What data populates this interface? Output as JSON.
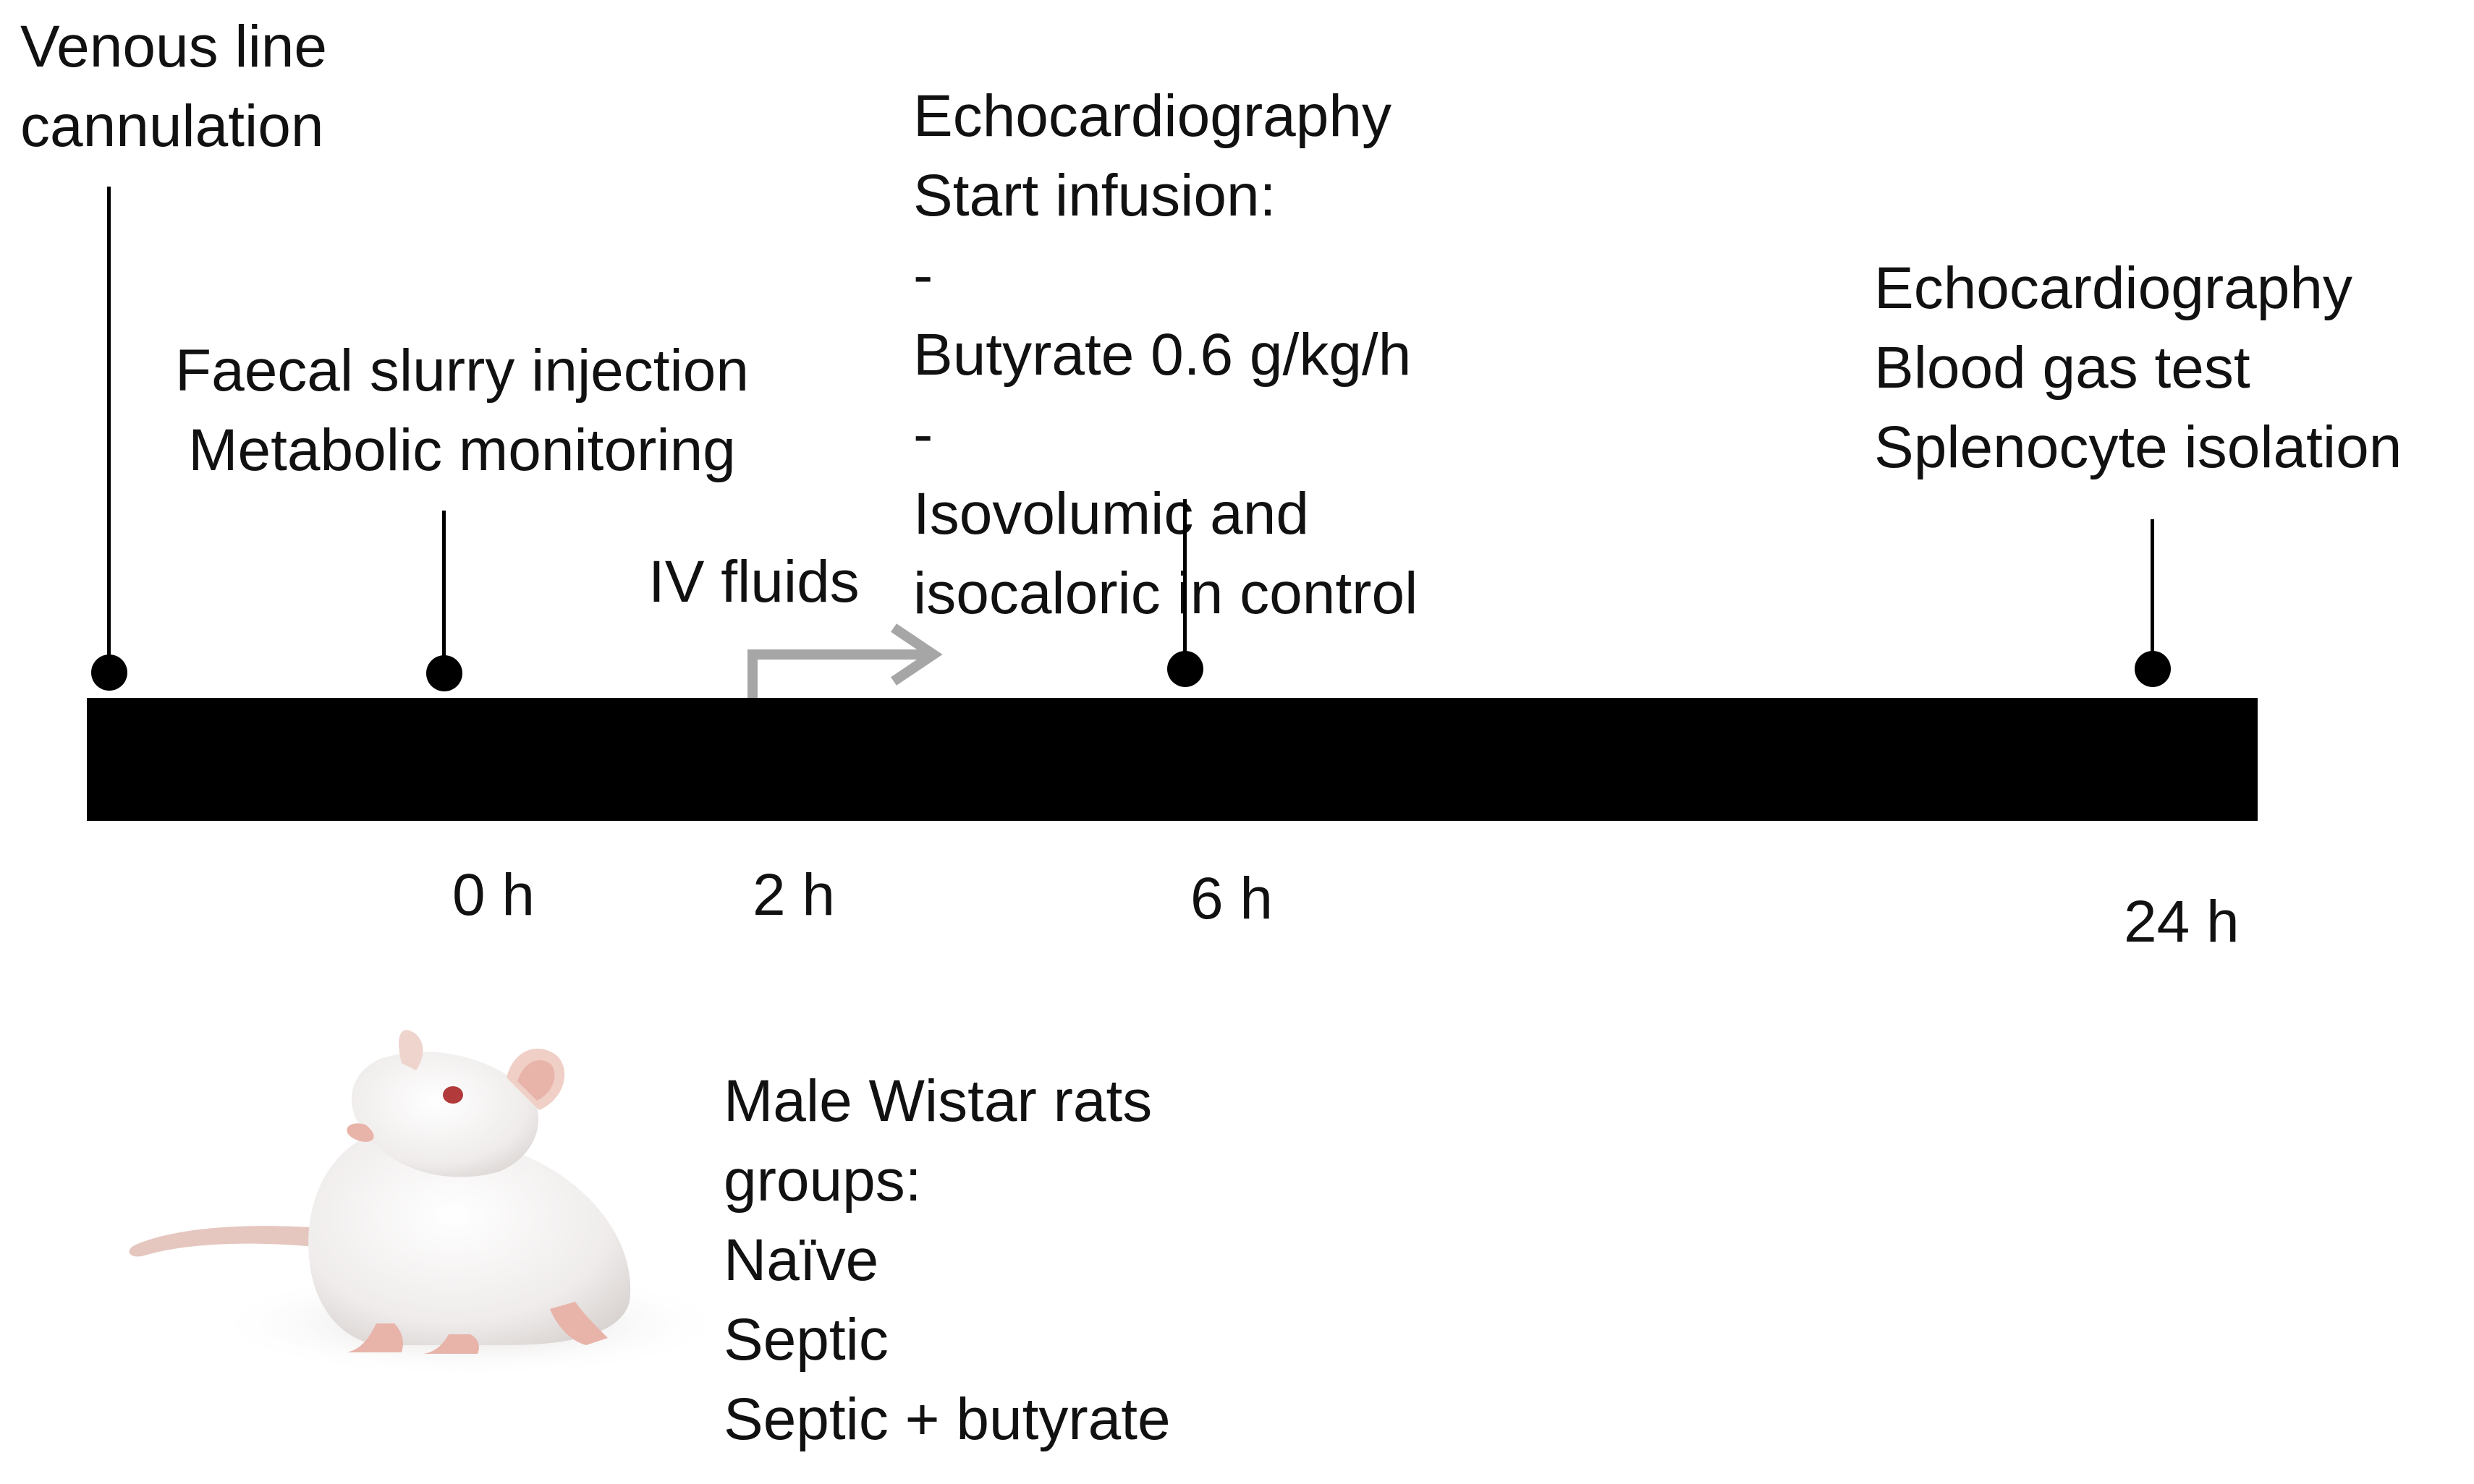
{
  "events": {
    "venous": [
      "Venous line",
      "cannulation"
    ],
    "faecal": [
      "Faecal slurry injection",
      "Metabolic monitoring"
    ],
    "iv_fluids": "IV fluids",
    "six_h": {
      "head": [
        "Echocardiography",
        "Start infusion:"
      ],
      "items": [
        {
          "bullet": "-",
          "lines": [
            "Butyrate 0.6 g/kg/h"
          ]
        },
        {
          "bullet": "-",
          "lines": [
            "Isovolumic and",
            "isocaloric in control"
          ]
        }
      ]
    },
    "end": [
      "Echocardiography",
      "Blood gas test",
      "Splenocyte isolation"
    ]
  },
  "ticks": [
    "0 h",
    "2 h",
    "6 h",
    "24 h"
  ],
  "groups": {
    "header": [
      "Male Wistar rats",
      "groups:"
    ],
    "list": [
      "Naïve",
      "Septic",
      "Septic + butyrate"
    ]
  },
  "colors": {
    "bar": "#000000",
    "arrow": "#a6a6a6",
    "rat_body": "#f1eeec",
    "rat_pink": "#e8b4aa"
  },
  "icons": {
    "rat": "rat-illustration",
    "arrow": "bent-arrow-right-icon"
  }
}
